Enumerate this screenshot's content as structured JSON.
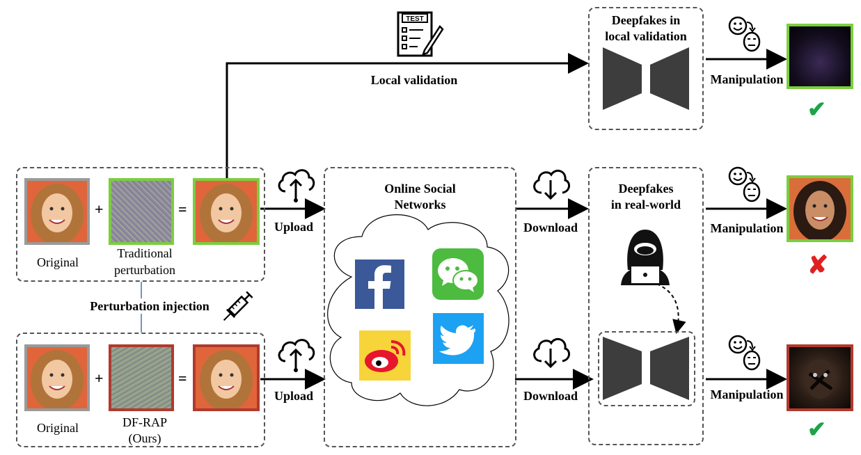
{
  "labels": {
    "local_validation": "Local validation",
    "deepfakes_local_line1": "Deepfakes in",
    "deepfakes_local_line2": "local validation",
    "manipulation_1": "Manipulation",
    "manipulation_2": "Manipulation",
    "manipulation_3": "Manipulation",
    "upload_1": "Upload",
    "upload_2": "Upload",
    "download_1": "Download",
    "download_2": "Download",
    "osn_line1": "Online Social",
    "osn_line2": "Networks",
    "deepfakes_real_line1": "Deepfakes",
    "deepfakes_real_line2": "in real-world",
    "original_1": "Original",
    "original_2": "Original",
    "traditional_line1": "Traditional",
    "traditional_line2": "perturbation",
    "dfrap_line1": "DF-RAP",
    "dfrap_line2": "(Ours)",
    "perturbation_injection": "Perturbation injection",
    "test_badge": "TEST"
  },
  "operators": {
    "plus": "+",
    "equals": "="
  },
  "marks": {
    "check": "✔",
    "cross": "✘"
  },
  "icons": [
    "test-checklist-icon",
    "upload-cloud-icon",
    "download-cloud-icon",
    "face-swap-icon",
    "syringe-icon",
    "hacker-icon",
    "facebook-icon",
    "wechat-icon",
    "weibo-icon",
    "twitter-icon",
    "generator-network-icon"
  ],
  "colors": {
    "success_border": "#7ccd3f",
    "attack_border": "#b03a2e",
    "original_border": "#9a9a9a",
    "check": "#1ea34a",
    "cross": "#e02020",
    "facebook": "#3b5998",
    "wechat": "#4cbb3f",
    "weibo_bg": "#f7d43a",
    "twitter": "#1da1f2"
  }
}
